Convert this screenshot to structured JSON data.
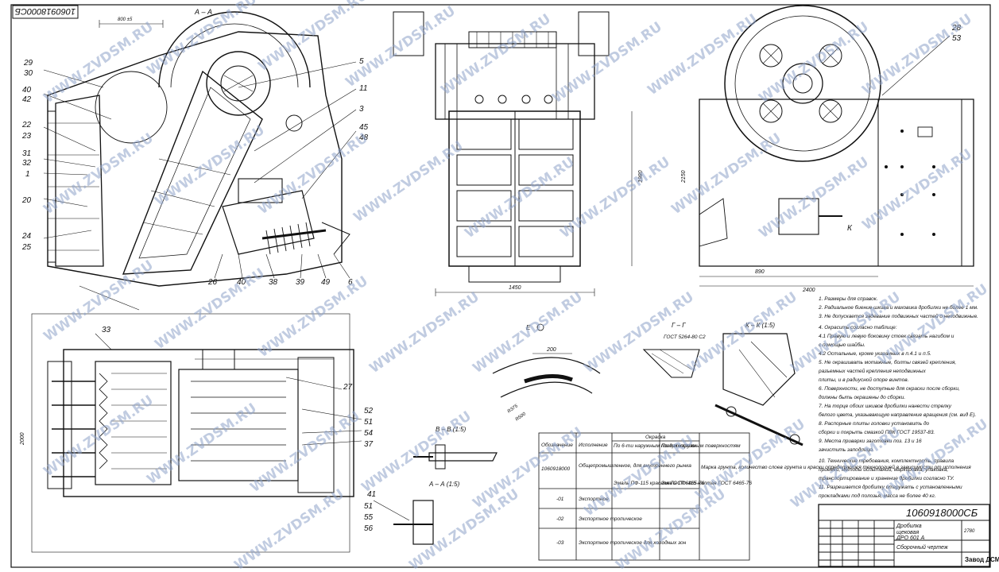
{
  "drawing": {
    "doc_number_rotated": "1060918000СБ",
    "doc_number": "1060918000СБ",
    "watermark": "WWW.ZVDSM.RU",
    "plant_name": "Завод ДСМ",
    "title_lines": [
      "Дробилка",
      "щековая",
      "ДРО 601 А"
    ],
    "title_sub": "Сборочный чертеж",
    "sheet_index": "2780"
  },
  "views": {
    "section_aa": "А – А",
    "section_aa_small": "А – А (1:5)",
    "section_bb": "В – В (1:5)",
    "section_gg": "Г – Г",
    "section_kk": "К – К (1:5)",
    "section_e": "Е",
    "plate_standard": "ГОСТ 5264-80 С2",
    "dim_200": "200",
    "dim_r375": "R375",
    "dim_r500": "R500"
  },
  "callouts": {
    "c29": "29",
    "c30": "30",
    "c40": "40",
    "c42": "42",
    "c22": "22",
    "c23": "23",
    "c31": "31",
    "c32": "32",
    "c1": "1",
    "c20": "20",
    "c24": "24",
    "c25": "25",
    "c5": "5",
    "c11": "11",
    "c3": "3",
    "c45": "45",
    "c48": "48",
    "c26": "26",
    "c40b": "40",
    "c38": "38",
    "c39": "39",
    "c49": "49",
    "c6": "6",
    "c28": "28",
    "c53": "53",
    "c33": "33",
    "c27": "27",
    "c52": "52",
    "c51": "51",
    "c54": "54",
    "c37": "37",
    "c41": "41",
    "c51b": "51",
    "c55": "55",
    "c56": "56"
  },
  "dimensions": {
    "d800": "800 ±5",
    "d1450": "1450",
    "d1980": "1980",
    "d2150": "2150",
    "d2400": "2400",
    "d890": "890",
    "d2000": "2000",
    "dK": "К"
  },
  "notes": [
    "1. Размеры для справок.",
    "2. Радиальное биение шкива и маховика дробилки не более 1 мм.",
    "3. Не допускается задевание подвижных частей о неподвижные.",
    "4. Окрасить согласно таблице:",
    "4.1 Правую и левую боковину стоек связать нагибом и",
    "с помощью шайбы.",
    "4.2 Остальные, кроме указанных в п.4.1 и п.5.",
    "5. Не окрашивать мотажные, болты связей крепления,",
    "разъемных частей крепления неподвижных",
    "плиты, и в радиусной опоре винтов.",
    "6. Поверхности, не доступные для окраски после сборки,",
    "должны быть окрашены до сборки.",
    "7. На торце обоих шкивов дробилки нанести стрелку",
    "белого цвета, указывающую направление вращения (см. вид Е).",
    "8. Распорные плиты головки установить до",
    "сборки и покрыть смазкой ПВК ГОСТ 19537-83.",
    "9. Места приварки заготовки поз. 13 и 16",
    "зачистить заподлицо.",
    "10. Технические требования, комплектность, правила",
    "приемки, методы испытаний, маркировка, упаковка,",
    "транспортирование и хранение дробилки согласно ТУ.",
    "11. Разрешается дробилку отгружать с установленными",
    "прокладками под полозья, масса не более 40 кг."
  ],
  "paint_table": {
    "header_group": "Окраска",
    "headers": [
      "Обозначение",
      "Исполнение",
      "По 6-ти наружным поверхностям",
      "По 3-м наружным поверхностям",
      ""
    ],
    "rows": [
      [
        "1060918000",
        "Общепромышленное, для внутреннего рынка",
        "Эмаль ПФ-115 красная ГОСТ 6465-76",
        "Эмаль ПФ-115 желтая ГОСТ 6465-76",
        "Марка грунта, количество слоев грунта и краски определяются технологией в зависимости от исполнения"
      ],
      [
        "-01",
        "Экспортное",
        "",
        "",
        ""
      ],
      [
        "-02",
        "Экспортное тропическое",
        "",
        "",
        ""
      ],
      [
        "-03",
        "Экспортное тропическое для холодных зон",
        "",
        "",
        ""
      ]
    ]
  },
  "colors": {
    "line": "#111111",
    "watermark": "#8fa3c9",
    "paper": "#ffffff"
  }
}
